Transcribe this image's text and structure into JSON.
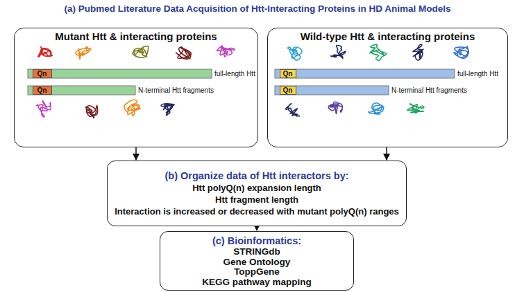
{
  "diagram": {
    "title": "(a) Pubmed Literature Data Acquisition of Htt-Interacting Proteins in HD Animal Models",
    "nodes": [
      {
        "text": [
          "Mutant Htt & interacting proteins"
        ]
      },
      {
        "text": [
          "Wild-type Htt & interacting proteins"
        ]
      },
      {
        "text": [
          "Qn"
        ],
        "in": 0
      },
      {
        "text": [
          "Qn"
        ],
        "in": 0
      },
      {
        "text": [
          "Qn"
        ],
        "in": 1
      },
      {
        "text": [
          "Qn"
        ],
        "in": 1
      },
      {
        "text": [
          "(b) Organize data of Htt interactors by:",
          "Htt polyQ(n) expansion length",
          "Htt fragment length",
          "Interaction is increased or decreased with mutant polyQ(n) ranges"
        ]
      },
      {
        "text": [
          "(c) Bioinformatics:",
          "STRINGdb",
          "Gene Ontology",
          "ToppGene",
          "KEGG pathway mapping"
        ]
      }
    ],
    "edges": [
      {
        "from": 0,
        "to": 6,
        "arrow": "to"
      },
      {
        "from": 1,
        "to": 6,
        "arrow": "to"
      },
      {
        "from": 6,
        "to": 7,
        "arrow": "to"
      }
    ],
    "labels": [
      "full-length Htt",
      "N-terminal Htt fragments",
      "full-length Htt",
      "N-terminal Htt fragments"
    ]
  }
}
